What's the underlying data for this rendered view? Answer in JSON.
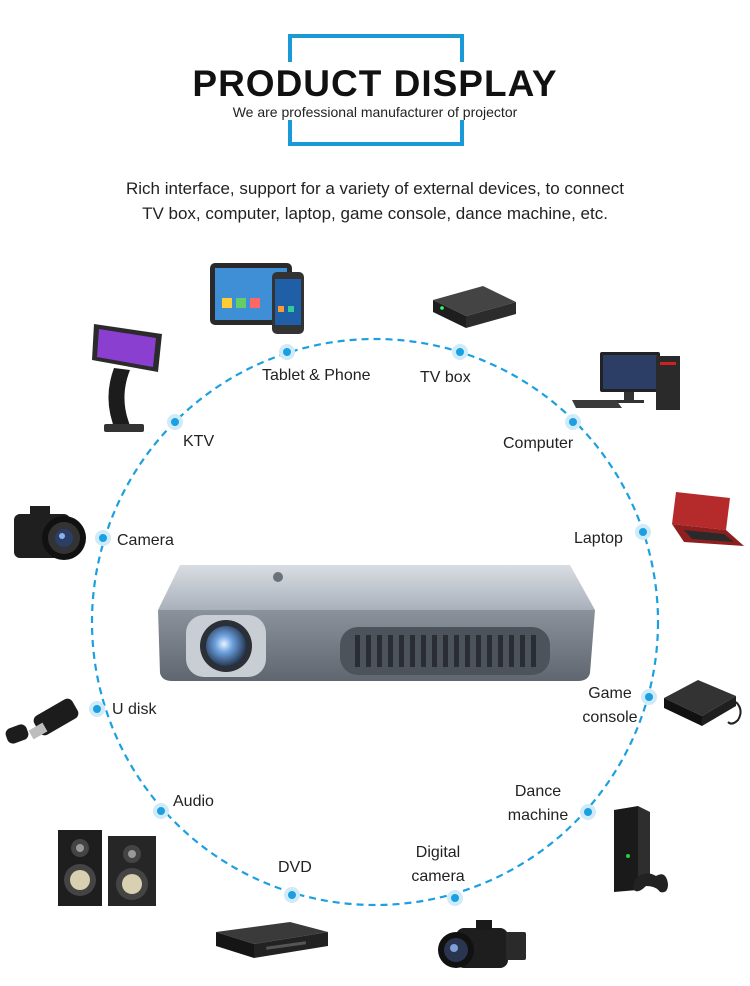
{
  "header": {
    "title": "PRODUCT DISPLAY",
    "subtitle": "We are professional manufacturer of projector"
  },
  "description": {
    "line1": "Rich interface, support for a variety of external devices, to connect",
    "line2": "TV box, computer, laptop, game console, dance machine, etc."
  },
  "devices": {
    "tablet_phone": "Tablet & Phone",
    "tv_box": "TV box",
    "ktv": "KTV",
    "computer": "Computer",
    "camera": "Camera",
    "laptop": "Laptop",
    "u_disk": "U disk",
    "game_console_1": "Game",
    "game_console_2": "console",
    "audio": "Audio",
    "dance_machine_1": "Dance",
    "dance_machine_2": "machine",
    "dvd": "DVD",
    "digital_camera_1": "Digital",
    "digital_camera_2": "camera"
  },
  "colors": {
    "accent": "#1aa0e0",
    "title_frame": "#1a9ad6"
  }
}
